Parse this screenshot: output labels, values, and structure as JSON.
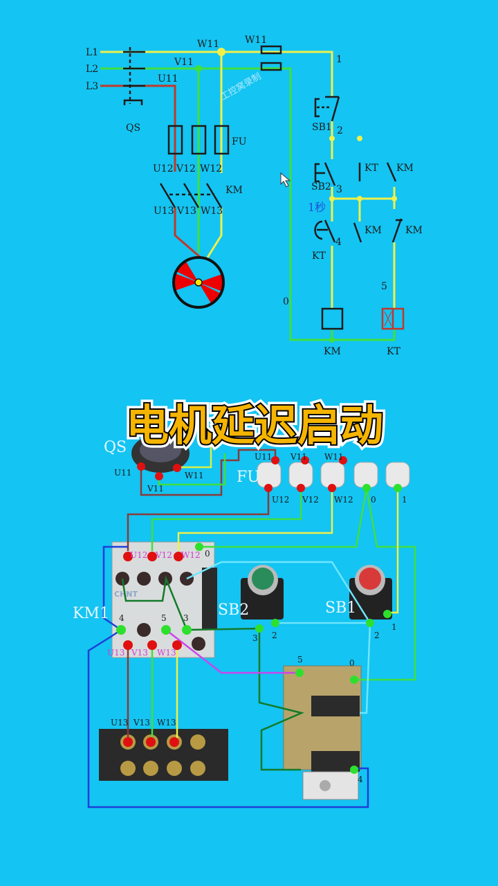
{
  "schematic": {
    "lines": [
      "L1",
      "L2",
      "L3"
    ],
    "qs": "QS",
    "w11": "W11",
    "w11_fuse": "W11",
    "v11": "V11",
    "u11": "U11",
    "fu": "FU",
    "fuse_out": [
      "U12",
      "V12",
      "W12"
    ],
    "km_main": "KM",
    "motor_in": [
      "U13",
      "V13",
      "W13"
    ],
    "watermark": "工控窝录制",
    "nodes": {
      "n0": "0",
      "n1": "1",
      "n2": "2",
      "n3": "3",
      "n4": "4",
      "n5": "5"
    },
    "sb1": "SB1",
    "sb2": "SB2",
    "kt_contact": "KT",
    "km_hold": "KM",
    "delay": "1秒",
    "kt_timed": "KT",
    "km_aux": "KM",
    "km_nc": "KM",
    "coil_km": "KM",
    "coil_kt": "KT"
  },
  "title": "电机延迟启动",
  "wiring": {
    "qs": "QS",
    "qs_terms": [
      "U11",
      "V11",
      "W11"
    ],
    "fu": "FU",
    "fu_top": [
      "U11",
      "V11",
      "W11"
    ],
    "fu_bottom": [
      "U12",
      "V12",
      "W12",
      "0",
      "1"
    ],
    "km1": "KM1",
    "km1_top": [
      "U12",
      "V12",
      "W12",
      "0"
    ],
    "km1_mid": [
      "4",
      "5",
      "3"
    ],
    "km1_bottom": [
      "U13",
      "V13",
      "W13"
    ],
    "brand": "CHNT",
    "sb2": "SB2",
    "sb2_terms": [
      "3",
      "2"
    ],
    "sb1": "SB1",
    "sb1_terms": [
      "2",
      "1"
    ],
    "kt_terms": [
      "5",
      "0",
      "4"
    ],
    "block_terms": [
      "U13",
      "V13",
      "W13"
    ]
  },
  "colors": {
    "background": "#14c4f2",
    "phase_l1": "#f0f04a",
    "phase_l2": "#3fe03f",
    "phase_l3": "#c0392b",
    "title": "#f5b400"
  }
}
